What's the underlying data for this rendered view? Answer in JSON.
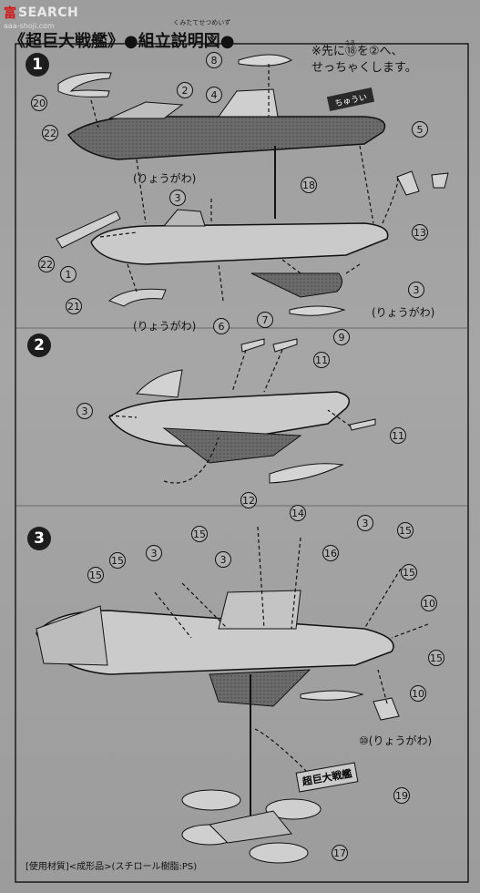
{
  "watermark": {
    "brand": "SEARCH",
    "logo_text": "富",
    "url": "aaa-shoji.com"
  },
  "header": {
    "title": "《超巨大戦艦》●組立説明図●",
    "ruby": "くみたてせつめいず",
    "note_line1": "※先に⑱を②へ、",
    "note_line2": "せっちゃくします。",
    "note_ruby": "さき"
  },
  "steps": [
    "1",
    "2",
    "3"
  ],
  "badge": "ちゅうい",
  "label_both_sides": "(りょうがわ)",
  "label_10_both": "⑩(りょうがわ)",
  "plate_text": "超巨大戦艦",
  "footer": "[使用材質]<成形品>(スチロール樹脂:PS)",
  "part_numbers": {
    "s1": [
      "8",
      "2",
      "4",
      "20",
      "22",
      "5",
      "18",
      "3",
      "13",
      "22",
      "1",
      "21",
      "6",
      "7",
      "9",
      "3"
    ],
    "s2": [
      "11",
      "3",
      "11"
    ],
    "s3": [
      "12",
      "14",
      "15",
      "3",
      "15",
      "15",
      "3",
      "15",
      "16",
      "3",
      "15",
      "10",
      "15",
      "10",
      "19",
      "17"
    ]
  }
}
